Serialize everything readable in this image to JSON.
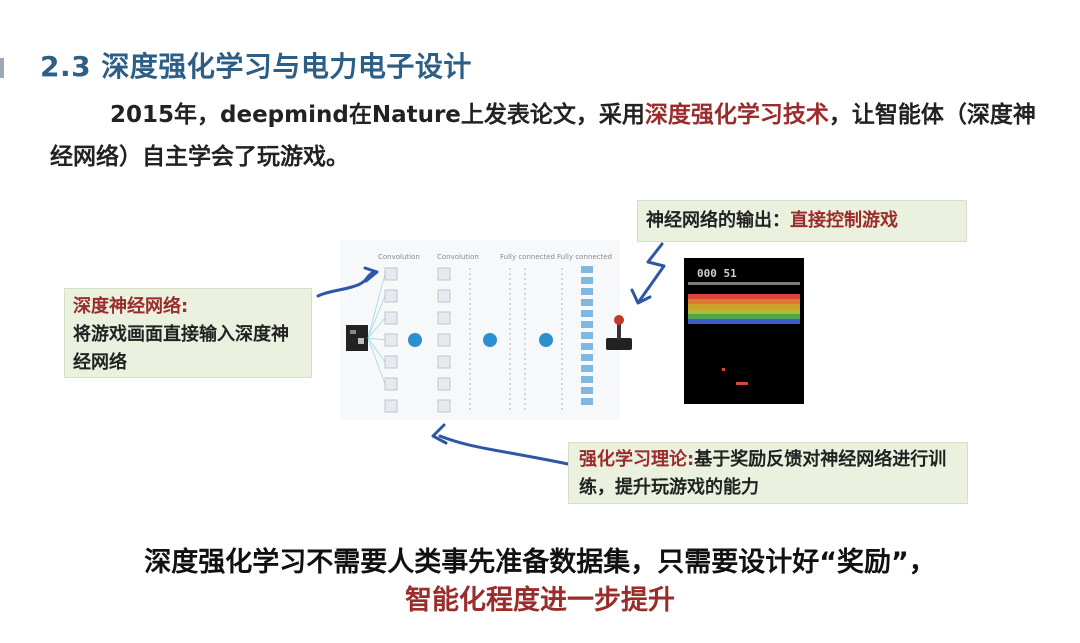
{
  "header": {
    "title": "2.3 深度强化学习与电力电子设计"
  },
  "intro": {
    "part1": "2015年，deepmind在Nature上发表论文，采用",
    "highlight": "深度强化学习技术",
    "part2": "，让智能体（深度神经网络）自主学会了玩游戏。"
  },
  "callouts": {
    "output_prefix": "神经网络的输出：",
    "output_highlight": "直接控制游戏",
    "dnn_title": "深度神经网络:",
    "dnn_body": "将游戏画面直接输入深度神经网络",
    "rl_title": "强化学习理论:",
    "rl_body": "基于奖励反馈对神经网络进行训练，提升玩游戏的能力"
  },
  "diagram": {
    "layer_labels": [
      "Convolution",
      "Convolution",
      "Fully connected",
      "Fully connected"
    ],
    "score": "000 51",
    "colors": {
      "brick_rows": [
        "#d9493b",
        "#dc7a2f",
        "#c9a42c",
        "#b2b830",
        "#4fa64a",
        "#3a5ec9"
      ]
    }
  },
  "bottom": {
    "line1": "深度强化学习不需要人类事先准备数据集，只需要设计好“奖励”，",
    "line2": "智能化程度进一步提升"
  },
  "theme": {
    "title_color": "#2d5e86",
    "highlight_color": "#9b2c2c",
    "callout_bg": "#eaf1df",
    "arrow_color": "#2f56a6"
  }
}
